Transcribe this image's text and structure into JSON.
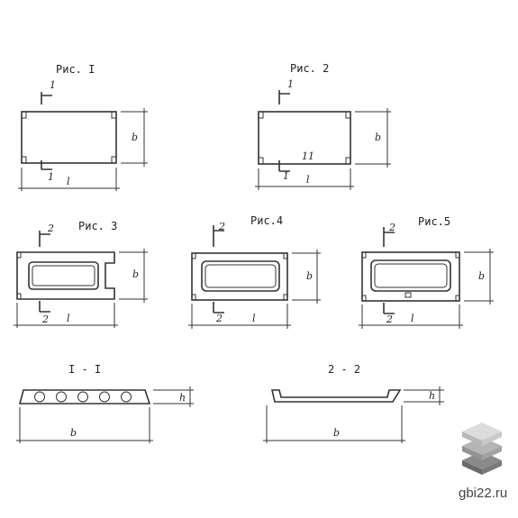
{
  "figures": {
    "fig1": {
      "title": "Рис. I",
      "section": "1",
      "len": "l",
      "width": "b"
    },
    "fig2": {
      "title": "Рис. 2",
      "section": "1",
      "len": "l",
      "width": "b",
      "mark": "11"
    },
    "fig3": {
      "title": "Рис. 3",
      "section": "2",
      "len": "l",
      "width": "b"
    },
    "fig4": {
      "title": "Рис.4",
      "section": "2",
      "len": "l",
      "width": "b"
    },
    "fig5": {
      "title": "Рис.5",
      "section": "2",
      "len": "l",
      "width": "b"
    }
  },
  "sections": {
    "s1": {
      "title": "I - I",
      "width": "b",
      "height": "h",
      "hollows": 5
    },
    "s2": {
      "title": "2 - 2",
      "width": "b",
      "height": "h"
    }
  },
  "watermark": {
    "text": "gbi22.ru",
    "icon": "stacked-slabs-logo"
  }
}
